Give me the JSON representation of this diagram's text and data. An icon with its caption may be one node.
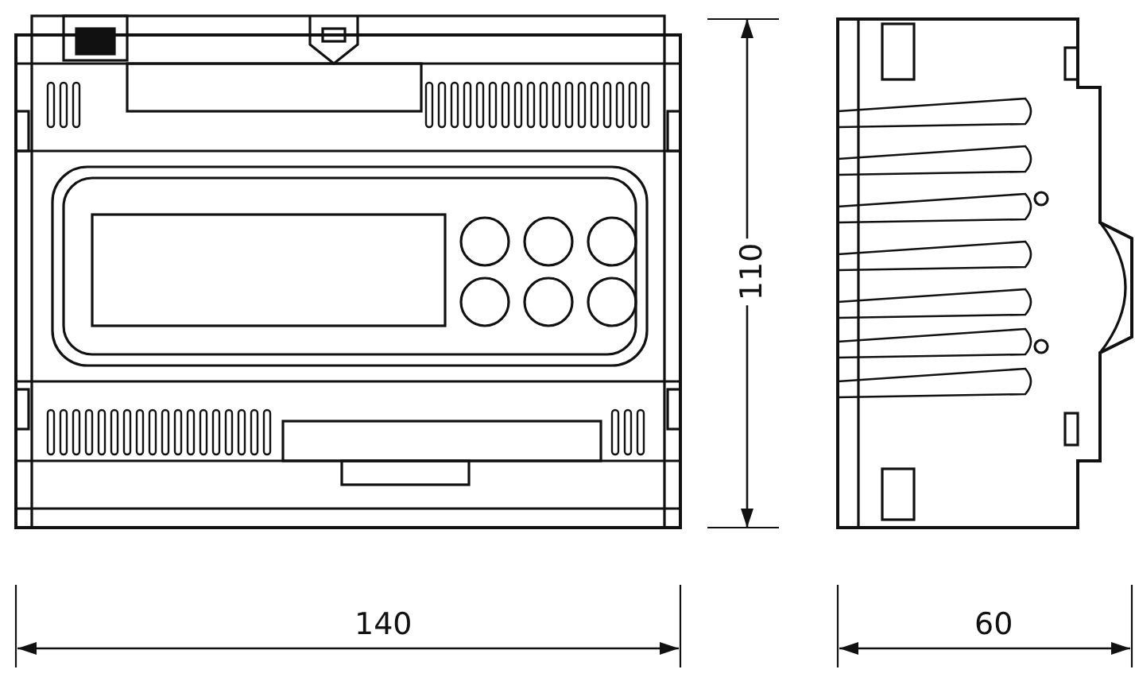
{
  "diagram": {
    "labels": [
      "110",
      "140",
      "60"
    ]
  }
}
